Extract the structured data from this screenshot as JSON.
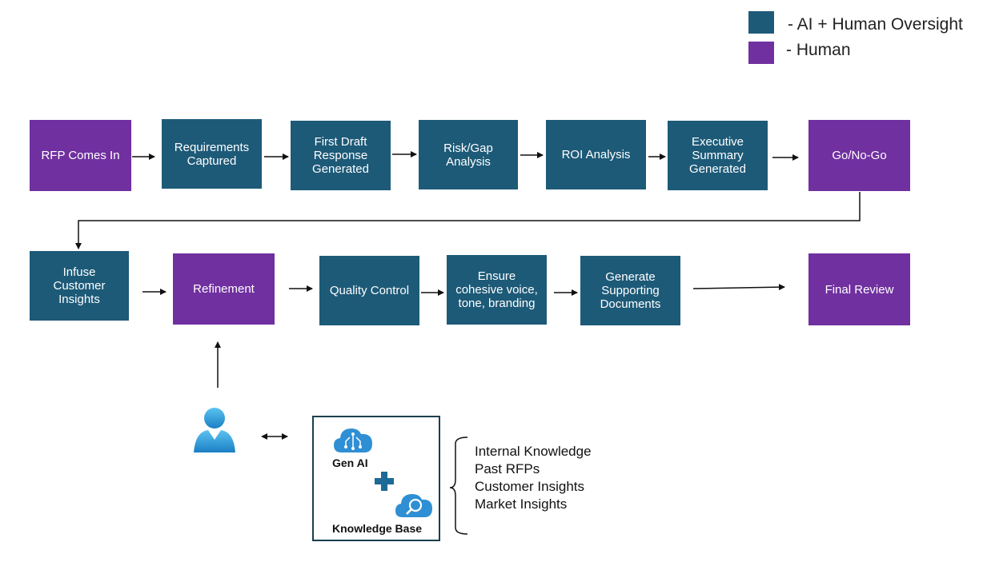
{
  "legend": {
    "ai_label": "- AI + Human Oversight",
    "human_label": "- Human",
    "ai_color": "#1d5a78",
    "human_color": "#7030a0"
  },
  "steps": {
    "rfp": "RFP Comes In",
    "requirements": "Requirements\nCaptured",
    "first_draft": "First Draft\nResponse\nGenerated",
    "risk_gap": "Risk/Gap\nAnalysis",
    "roi": "ROI Analysis",
    "exec_summary": "Executive\nSummary\nGenerated",
    "go_nogo": "Go/No-Go",
    "infuse": "Infuse\nCustomer\nInsights",
    "refinement": "Refinement",
    "quality": "Quality Control",
    "ensure": "Ensure\ncohesive voice,\ntone, branding",
    "generate_docs": "Generate\nSupporting\nDocuments",
    "final_review": "Final Review"
  },
  "knowledge": {
    "gen_ai": "Gen AI",
    "knowledge_base": "Knowledge Base",
    "sources": [
      "Internal Knowledge",
      "Past RFPs",
      "Customer Insights",
      "Market Insights"
    ]
  },
  "icons": {
    "user": "person-icon",
    "gen_ai": "cloud-circuit-icon",
    "plus": "plus-icon",
    "kb": "cloud-search-icon"
  }
}
